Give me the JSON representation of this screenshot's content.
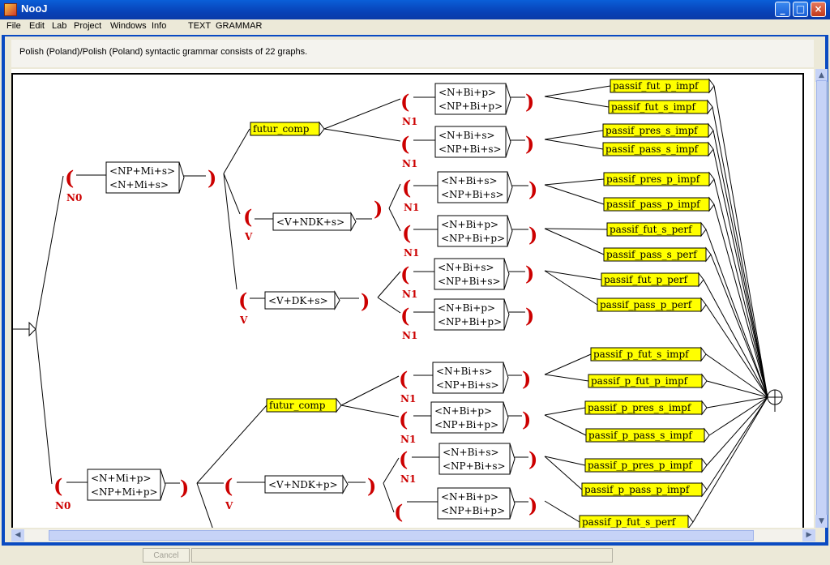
{
  "window": {
    "title": "NooJ"
  },
  "menu": [
    "File",
    "Edit",
    "Lab",
    "Project",
    "Windows",
    "Info",
    "TEXT",
    "GRAMMAR"
  ],
  "info_text": "Polish (Poland)/Polish (Poland) syntactic grammar consists of 22 graphs.",
  "status": {
    "cancel_label": "Cancel"
  },
  "colors": {
    "node_fill": "#ffff00",
    "paren": "#cc0000",
    "title_bar": "#0a5fd8"
  },
  "graph": {
    "labels": {
      "n0": "N0",
      "n1": "N1",
      "v": "V",
      "np_mi_s": "<NP+Mi+s>",
      "n_mi_s": "<N+Mi+s>",
      "n_mi_p": "<N+Mi+p>",
      "np_mi_p": "<NP+Mi+p>",
      "v_ndk_s": "<V+NDK+s>",
      "v_dk_s": "<V+DK+s>",
      "v_ndk_p": "<V+NDK+p>",
      "n_bi_p": "<N+Bi+p>",
      "np_bi_p": "<NP+Bi+p>",
      "n_bi_s": "<N+Bi+s>",
      "np_bi_s": "<NP+Bi+s>",
      "futur_comp": "futur_comp"
    },
    "subgraphs": [
      "passif_fut_p_impf",
      "passif_fut_s_impf",
      "passif_pres_s_impf",
      "passif_pass_s_impf",
      "passif_pres_p_impf",
      "passif_pass_p_impf",
      "passif_fut_s_perf",
      "passif_pass_s_perf",
      "passif_fut_p_perf",
      "passif_pass_p_perf",
      "passif_p_fut_s_impf",
      "passif_p_fut_p_impf",
      "passif_p_pres_s_impf",
      "passif_p_pass_s_impf",
      "passif_p_pres_p_impf",
      "passif_p_pass_p_impf",
      "passif_p_fut_s_perf"
    ]
  }
}
